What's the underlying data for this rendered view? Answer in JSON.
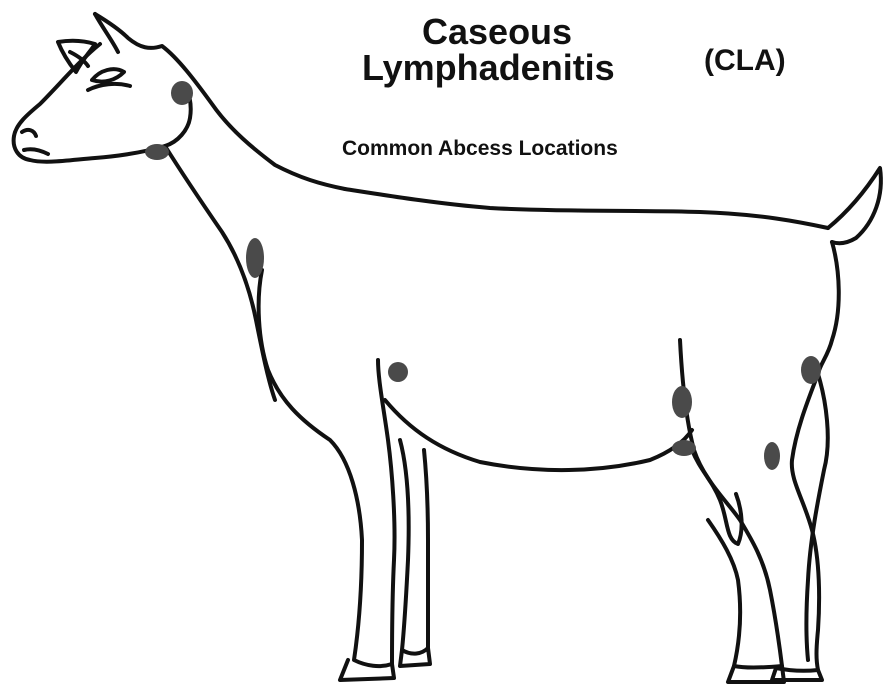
{
  "diagram": {
    "title_line1": "Caseous",
    "title_line2": "Lymphadenitis",
    "title_abbrev": "(CLA)",
    "subtitle": "Common Abcess Locations",
    "colors": {
      "outline": "#111111",
      "abscess": "#4a4a4a",
      "background": "#ffffff"
    },
    "abscess_sites": [
      {
        "id": "parotid"
      },
      {
        "id": "submandibular"
      },
      {
        "id": "prescapular"
      },
      {
        "id": "elbow"
      },
      {
        "id": "prefemoral"
      },
      {
        "id": "supramammary"
      },
      {
        "id": "popliteal"
      },
      {
        "id": "hind-leg"
      }
    ]
  }
}
